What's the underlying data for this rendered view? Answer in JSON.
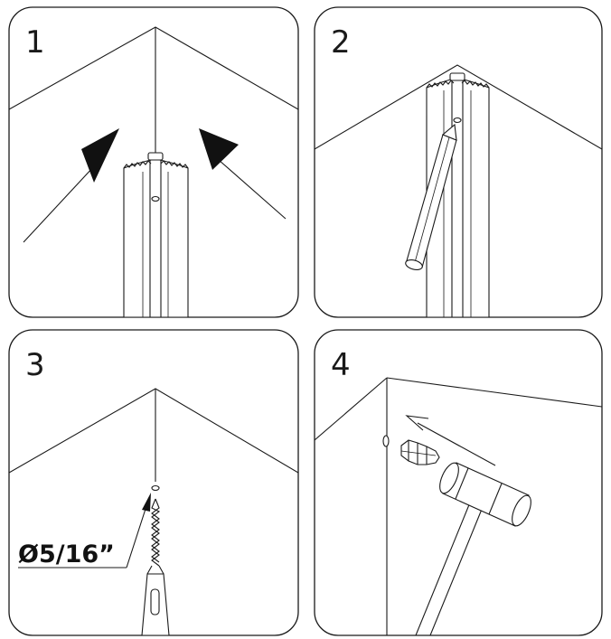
{
  "steps": [
    {
      "number": "1"
    },
    {
      "number": "2"
    },
    {
      "number": "3",
      "annotation": "Ø5/16”"
    },
    {
      "number": "4"
    }
  ],
  "colors": {
    "line": "#1a1a1a",
    "background": "#ffffff"
  }
}
